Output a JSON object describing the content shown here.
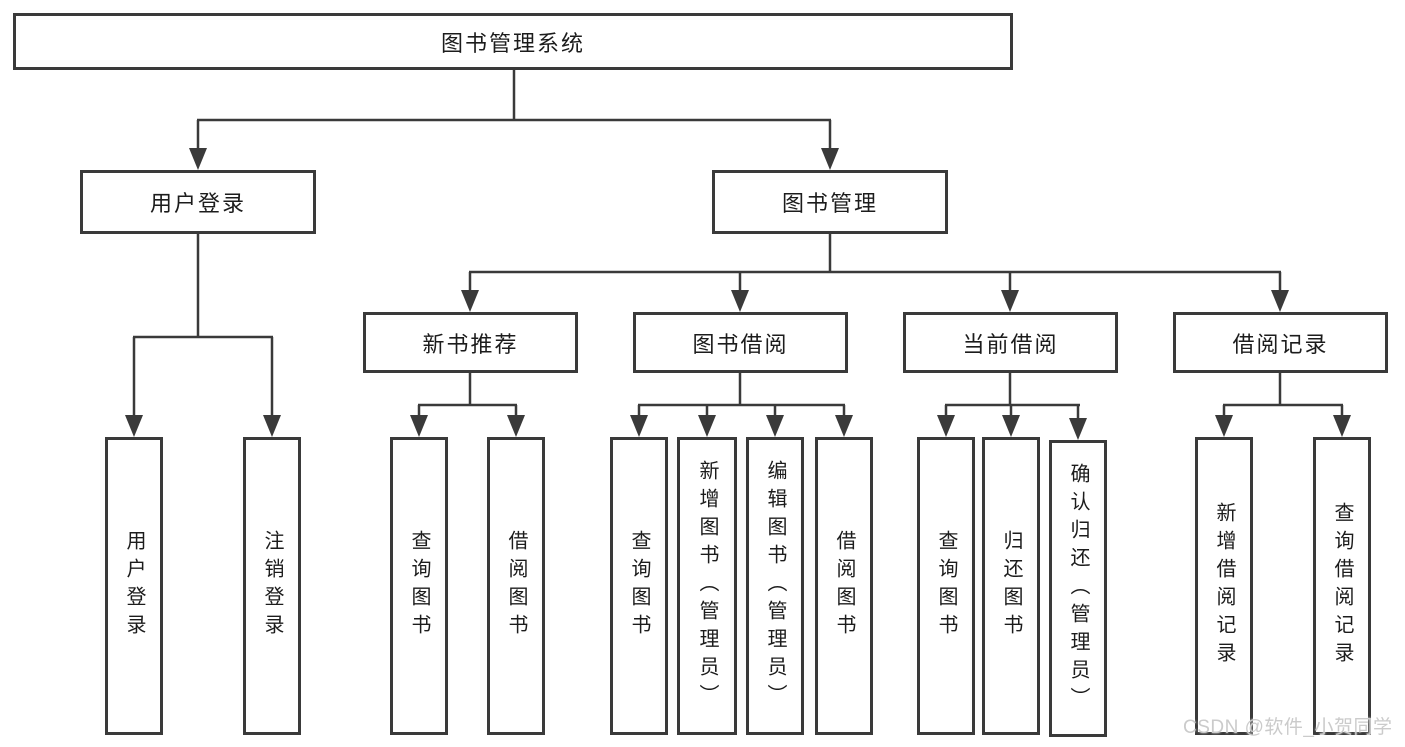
{
  "colors": {
    "line": "#3a3a3a",
    "box_border": "#3a3a3a",
    "text": "#1c1c1c",
    "watermark": "#cbcbcb",
    "background": "#ffffff"
  },
  "tree": {
    "label": "图书管理系统",
    "children": [
      {
        "label": "用户登录",
        "children": [
          {
            "label": "用户登录"
          },
          {
            "label": "注销登录"
          }
        ]
      },
      {
        "label": "图书管理",
        "children": [
          {
            "label": "新书推荐",
            "children": [
              {
                "label": "查询图书"
              },
              {
                "label": "借阅图书"
              }
            ]
          },
          {
            "label": "图书借阅",
            "children": [
              {
                "label": "查询图书"
              },
              {
                "label": "新增图书（管理员）"
              },
              {
                "label": "编辑图书（管理员）"
              },
              {
                "label": "借阅图书"
              }
            ]
          },
          {
            "label": "当前借阅",
            "children": [
              {
                "label": "查询图书"
              },
              {
                "label": "归还图书"
              },
              {
                "label": "确认归还（管理员）"
              }
            ]
          },
          {
            "label": "借阅记录",
            "children": [
              {
                "label": "新增借阅记录"
              },
              {
                "label": "查询借阅记录"
              }
            ]
          }
        ]
      }
    ]
  },
  "watermark": {
    "text": "CSDN @软件_小贺同学"
  }
}
